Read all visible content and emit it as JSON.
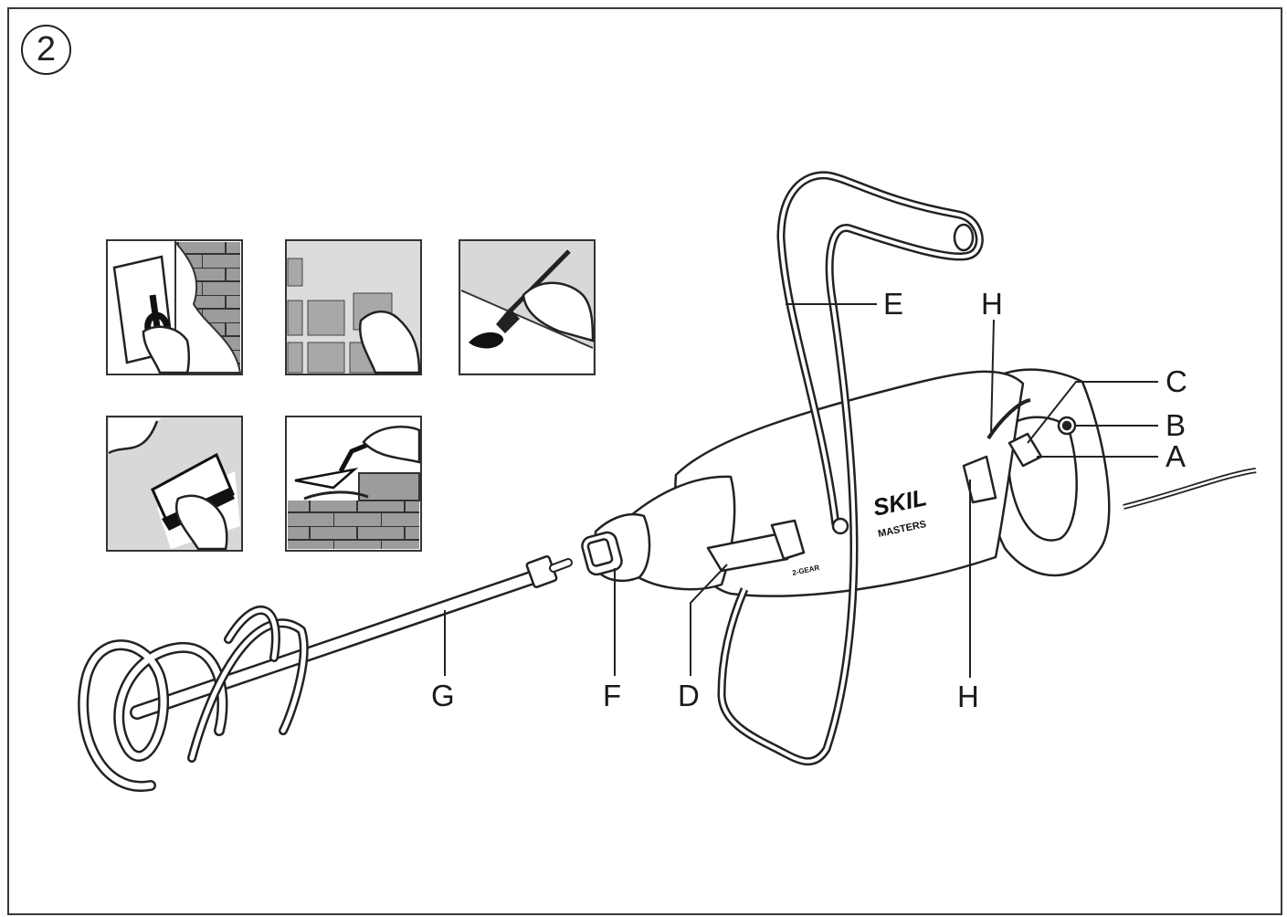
{
  "figure": {
    "number": "2",
    "brand_text": "SKIL",
    "model_text": "MASTERS",
    "gear_text": "2-GEAR"
  },
  "part_labels": {
    "A": "A",
    "B": "B",
    "C": "C",
    "D": "D",
    "E": "E",
    "F": "F",
    "G": "G",
    "H_upper": "H",
    "H_lower": "H"
  },
  "application_icons": [
    {
      "name": "plastering-wall"
    },
    {
      "name": "laying-tiles"
    },
    {
      "name": "painting"
    },
    {
      "name": "filling-cracks"
    },
    {
      "name": "bricklaying-mortar"
    }
  ]
}
